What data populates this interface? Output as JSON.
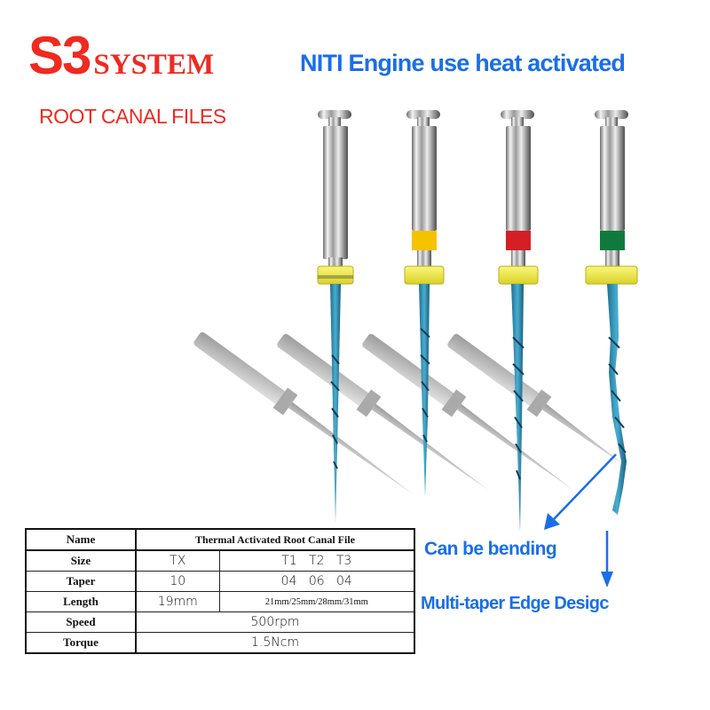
{
  "header": {
    "brand_number": "S3",
    "brand_word": "SYSTEM",
    "headline": "NITI Engine use heat activated",
    "subtitle": "ROOT CANAL FILES"
  },
  "callouts": {
    "bending": "Can be bending",
    "edge": "Multi-taper Edge Desigc"
  },
  "files": [
    {
      "ring_color": "none"
    },
    {
      "ring_color": "#f5c200"
    },
    {
      "ring_color": "#d41f26"
    },
    {
      "ring_color": "#0f7a3c"
    }
  ],
  "colors": {
    "brand_red": "#ef2a1f",
    "accent_blue": "#1a6ee8",
    "stopper_yellow": "#f3ee4f",
    "file_blue": "#2d8fb3"
  },
  "table": {
    "header": {
      "label": "Name",
      "value": "Thermal Activated Root Canal File"
    },
    "rows": [
      {
        "label": "Size",
        "tx": "TX",
        "t": "T1   T2   T3"
      },
      {
        "label": "Taper",
        "tx": "10",
        "t": "04   06   04"
      },
      {
        "label": "Length",
        "tx": "19mm",
        "t": "21mm/25mm/28mm/31mm"
      },
      {
        "label": "Speed",
        "value": "500rpm"
      },
      {
        "label": "Torque",
        "value": "1.5Ncm"
      }
    ]
  }
}
